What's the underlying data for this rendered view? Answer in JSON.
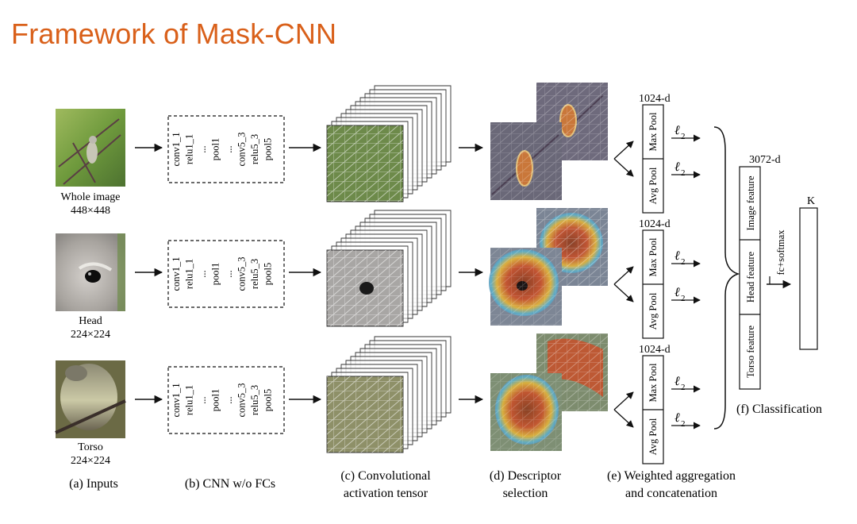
{
  "title": "Framework of Mask-CNN",
  "inputs": [
    {
      "name": "Whole image",
      "size": "448×448"
    },
    {
      "name": "Head",
      "size": "224×224"
    },
    {
      "name": "Torso",
      "size": "224×224"
    }
  ],
  "cnn_layers": [
    "conv1_1",
    "relu1_1",
    "...",
    "pool1",
    "...",
    "conv5_3",
    "relu5_3",
    "pool5"
  ],
  "pool": {
    "max": "Max Pool",
    "avg": "Avg Pool",
    "dim": "1024-d",
    "norm": "ℓ"
  },
  "concat": {
    "dim": "3072-d",
    "features": [
      "Image feature",
      "Head feature",
      "Torso feature"
    ]
  },
  "classifier": {
    "op": "fc+softmax",
    "out": "K"
  },
  "captions": {
    "a": "(a) Inputs",
    "b": "(b) CNN w/o FCs",
    "c1": "(c) Convolutional",
    "c2": "activation tensor",
    "d1": "(d) Descriptor",
    "d2": "selection",
    "e1": "(e) Weighted aggregation",
    "e2": "and concatenation",
    "f": "(f) Classification"
  },
  "colors": {
    "title": "#d9601a"
  }
}
